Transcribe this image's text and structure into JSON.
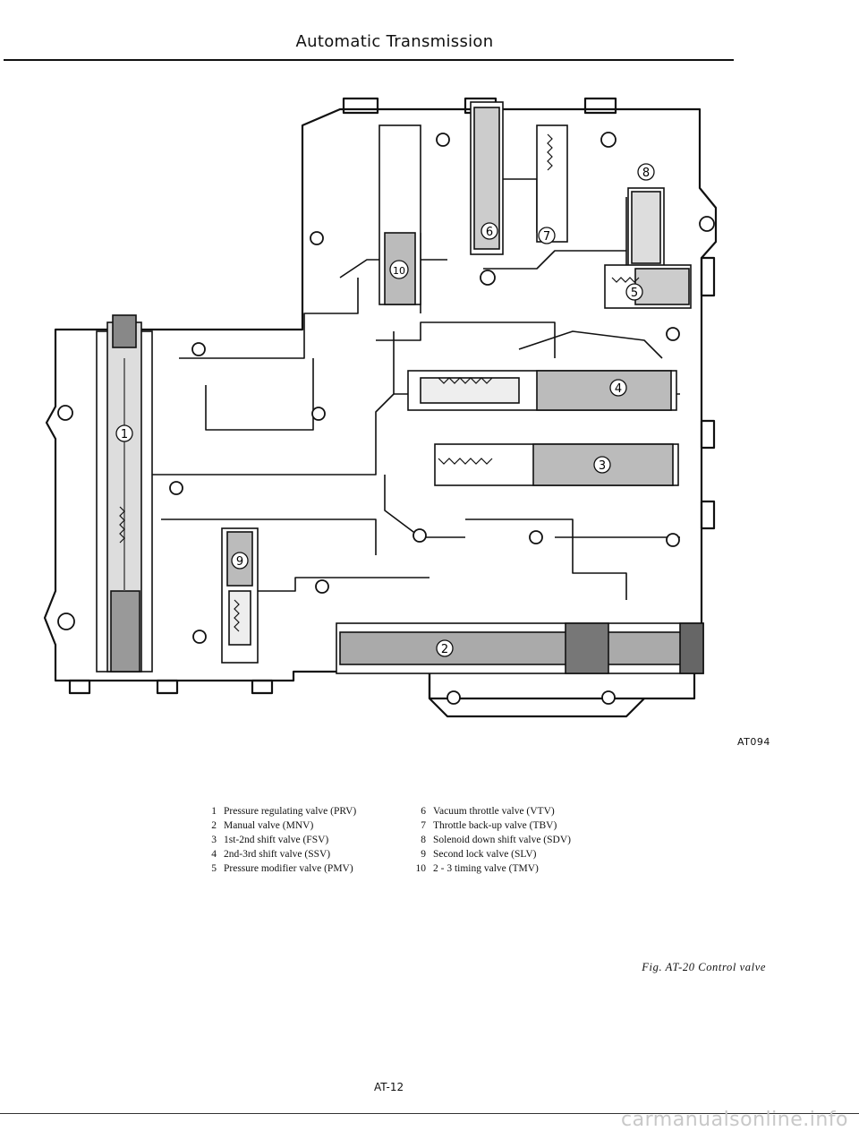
{
  "header": {
    "title": "Automatic Transmission"
  },
  "diagram": {
    "figure_code": "AT094",
    "valve_markers": [
      "1",
      "2",
      "3",
      "4",
      "5",
      "6",
      "7",
      "8",
      "9",
      "10"
    ]
  },
  "legend": {
    "left": [
      {
        "num": "1",
        "text": "Pressure regulating valve (PRV)"
      },
      {
        "num": "2",
        "text": "Manual valve (MNV)"
      },
      {
        "num": "3",
        "text": "1st-2nd shift valve (FSV)"
      },
      {
        "num": "4",
        "text": "2nd-3rd shift valve (SSV)"
      },
      {
        "num": "5",
        "text": "Pressure modifier valve (PMV)"
      }
    ],
    "right": [
      {
        "num": "6",
        "text": "Vacuum throttle valve (VTV)"
      },
      {
        "num": "7",
        "text": "Throttle back-up valve (TBV)"
      },
      {
        "num": "8",
        "text": "Solenoid down shift valve (SDV)"
      },
      {
        "num": "9",
        "text": "Second lock valve (SLV)"
      },
      {
        "num": "10",
        "text": "2 - 3 timing valve (TMV)"
      }
    ]
  },
  "caption": {
    "text": "Fig. AT-20 Control valve"
  },
  "footer": {
    "page_number": "AT-12",
    "watermark": "carmanualsonline.info"
  }
}
